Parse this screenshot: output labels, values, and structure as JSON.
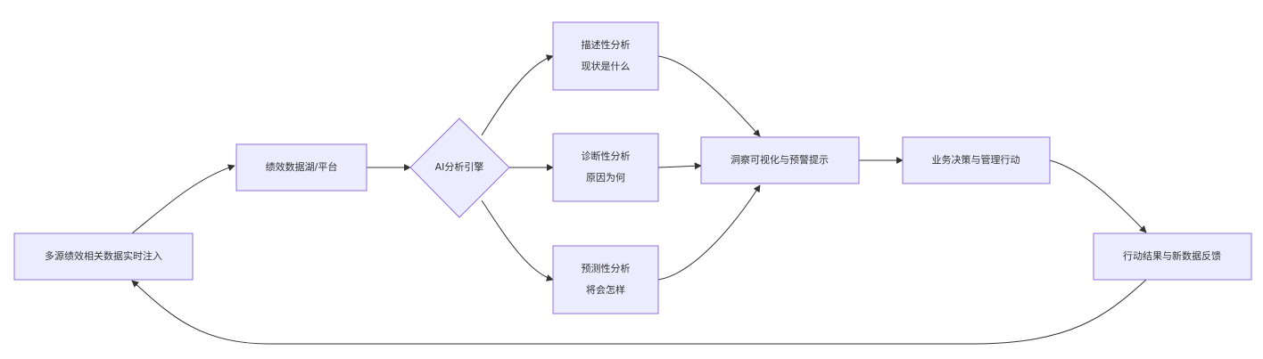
{
  "diagram": {
    "type": "flowchart",
    "nodes": {
      "source": {
        "label": "多源绩效相关数据实时注入"
      },
      "lake": {
        "label": "绩效数据湖/平台"
      },
      "engine": {
        "label": "AI分析引擎"
      },
      "descriptive": {
        "line1": "描述性分析",
        "line2": "现状是什么"
      },
      "diagnostic": {
        "line1": "诊断性分析",
        "line2": "原因为何"
      },
      "predictive": {
        "line1": "预测性分析",
        "line2": "将会怎样"
      },
      "insight": {
        "label": "洞察可视化与预警提示"
      },
      "decision": {
        "label": "业务决策与管理行动"
      },
      "feedback": {
        "label": "行动结果与新数据反馈"
      }
    },
    "edges": [
      {
        "from": "source",
        "to": "lake"
      },
      {
        "from": "lake",
        "to": "engine"
      },
      {
        "from": "engine",
        "to": "descriptive"
      },
      {
        "from": "engine",
        "to": "diagnostic"
      },
      {
        "from": "engine",
        "to": "predictive"
      },
      {
        "from": "descriptive",
        "to": "insight"
      },
      {
        "from": "diagnostic",
        "to": "insight"
      },
      {
        "from": "predictive",
        "to": "insight"
      },
      {
        "from": "insight",
        "to": "decision"
      },
      {
        "from": "decision",
        "to": "feedback"
      },
      {
        "from": "feedback",
        "to": "source"
      }
    ]
  }
}
